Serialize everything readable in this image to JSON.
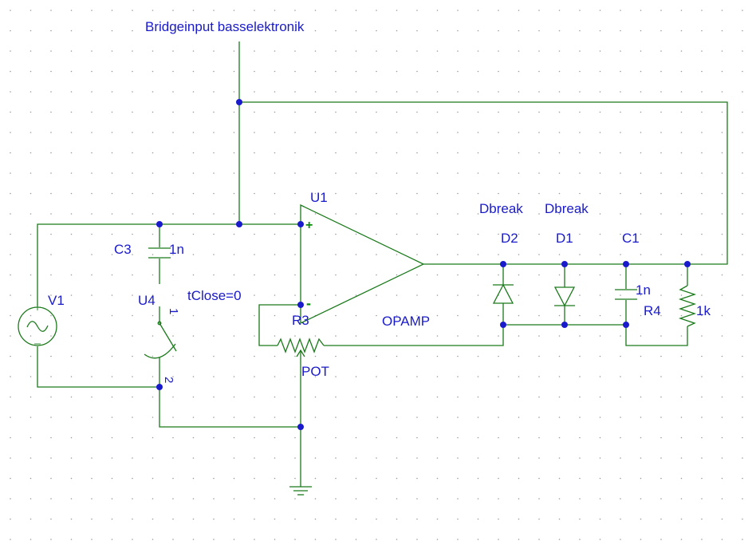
{
  "colors": {
    "wire": "#1b7a1b",
    "component": "#1b7a1b",
    "label": "#1a1acd",
    "junction": "#1a1acd",
    "grid": "#9a9a9a",
    "background": "#ffffff"
  },
  "labels": {
    "net_label": "Bridgeinput basselektronik",
    "u1_ref": "U1",
    "u1_value": "OPAMP",
    "c3_ref": "C3",
    "c3_value": "1n",
    "u4_ref": "U4",
    "u4_value": "tClose=0",
    "u4_pin1": "1",
    "u4_pin2": "2",
    "v1_ref": "V1",
    "r3_ref": "R3",
    "r3_value": "POT",
    "d2_model": "Dbreak",
    "d2_ref": "D2",
    "d1_model": "Dbreak",
    "d1_ref": "D1",
    "c1_ref": "C1",
    "c1_value": "1n",
    "r4_ref": "R4",
    "r4_value": "1k",
    "plus_sign": "+",
    "minus_sign": "-"
  },
  "icons": {
    "source": "ac-voltage-source-icon",
    "ground": "ground-icon",
    "switch": "switch-icon",
    "opamp": "opamp-icon",
    "diode": "diode-icon",
    "capacitor": "capacitor-icon",
    "resistor": "resistor-icon",
    "potentiometer": "potentiometer-icon"
  }
}
